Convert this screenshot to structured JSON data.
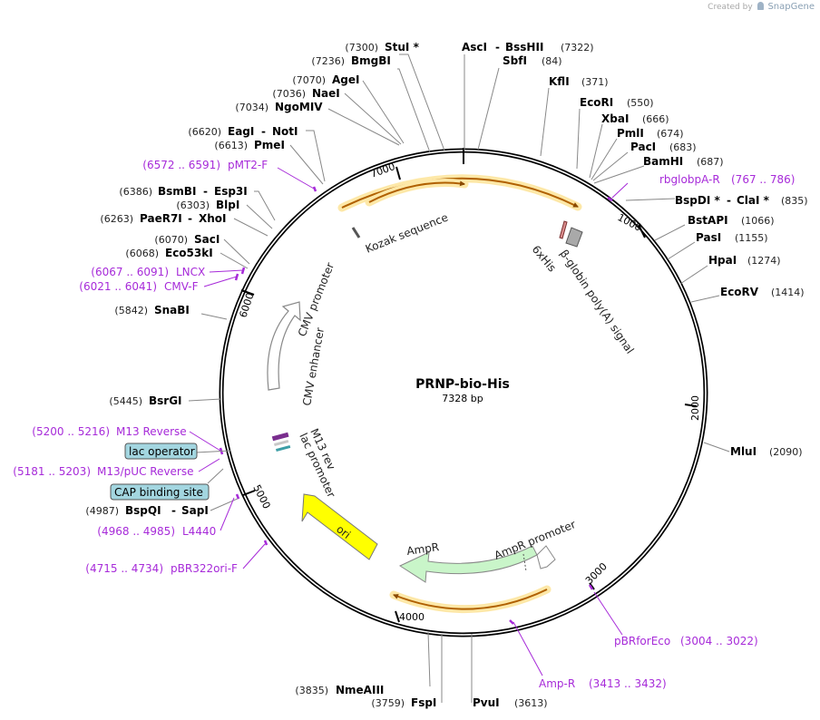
{
  "credit": {
    "created_by": "Created by",
    "brand": "SnapGene"
  },
  "plasmid": {
    "name": "PRNP-bio-His",
    "length_label": "7328 bp",
    "length": 7328
  },
  "colors": {
    "backbone": "#000000",
    "primer": "#a72bd9",
    "feature_fill": "#c9f5c9",
    "ori": "#ffff00",
    "orf_arrow": "#e07b00",
    "orf_glow": "#fde8a8",
    "misc_box": "#a3d6e0"
  },
  "tick_labels": [
    "1000",
    "2000",
    "3000",
    "4000",
    "5000",
    "6000",
    "7000"
  ],
  "enzymes": [
    {
      "name": "StuI *",
      "pos": "(7300)"
    },
    {
      "name": "BmgBI",
      "pos": "(7236)"
    },
    {
      "name": "AgeI",
      "pos": "(7070)"
    },
    {
      "name": "NaeI",
      "pos": "(7036)"
    },
    {
      "name": "NgoMIV",
      "pos": "(7034)"
    },
    {
      "name": "EagI",
      "name2": "NotI",
      "pos": "(6620)"
    },
    {
      "name": "PmeI",
      "pos": "(6613)"
    },
    {
      "name": "BsmBI",
      "name2": "Esp3I",
      "pos": "(6386)"
    },
    {
      "name": "BlpI",
      "pos": "(6303)"
    },
    {
      "name": "PaeR7I",
      "name2": "XhoI",
      "pos": "(6263)"
    },
    {
      "name": "SacI",
      "pos": "(6070)"
    },
    {
      "name": "Eco53kI",
      "pos": "(6068)"
    },
    {
      "name": "SnaBI",
      "pos": "(5842)"
    },
    {
      "name": "BsrGI",
      "pos": "(5445)"
    },
    {
      "name": "BspQI",
      "name2": "SapI",
      "pos": "(4987)"
    },
    {
      "name": "NmeAIII",
      "pos": "(3835)"
    },
    {
      "name": "FspI",
      "pos": "(3759)"
    },
    {
      "name": "PvuI",
      "pos": "(3613)"
    },
    {
      "name": "AscI",
      "name2": "BssHII",
      "pos": "(7322)"
    },
    {
      "name": "SbfI",
      "pos": "(84)"
    },
    {
      "name": "KflI",
      "pos": "(371)"
    },
    {
      "name": "EcoRI",
      "pos": "(550)"
    },
    {
      "name": "XbaI",
      "pos": "(666)"
    },
    {
      "name": "PmlI",
      "pos": "(674)"
    },
    {
      "name": "PacI",
      "pos": "(683)"
    },
    {
      "name": "BamHI",
      "pos": "(687)"
    },
    {
      "name": "BspDI *",
      "name2": "ClaI *",
      "pos": "(835)"
    },
    {
      "name": "BstAPI",
      "pos": "(1066)"
    },
    {
      "name": "PasI",
      "pos": "(1155)"
    },
    {
      "name": "HpaI",
      "pos": "(1274)"
    },
    {
      "name": "EcoRV",
      "pos": "(1414)"
    },
    {
      "name": "MluI",
      "pos": "(2090)"
    }
  ],
  "primers": [
    {
      "name": "pMT2-F",
      "pos": "(6572 .. 6591)"
    },
    {
      "name": "LNCX",
      "pos": "(6067 .. 6091)"
    },
    {
      "name": "CMV-F",
      "pos": "(6021 .. 6041)"
    },
    {
      "name": "M13 Reverse",
      "pos": "(5200 .. 5216)"
    },
    {
      "name": "M13/pUC Reverse",
      "pos": "(5181 .. 5203)"
    },
    {
      "name": "L4440",
      "pos": "(4968 .. 4985)"
    },
    {
      "name": "pBR322ori-F",
      "pos": "(4715 .. 4734)"
    },
    {
      "name": "rbglobpA-R",
      "pos": "(767 .. 786)"
    },
    {
      "name": "pBRforEco",
      "pos": "(3004 .. 3022)"
    },
    {
      "name": "Amp-R",
      "pos": "(3413 .. 3432)"
    }
  ],
  "boxed_features": [
    "lac operator",
    "CAP binding site"
  ],
  "features": {
    "kozak": "Kozak sequence",
    "his": "6xHis",
    "globin": "β-globin poly(A) signal",
    "cmv_promoter": "CMV promoter",
    "cmv_enhancer": "CMV enhancer",
    "m13_rev": "M13 rev",
    "lac_promoter": "lac promoter",
    "ori": "ori",
    "ampr": "AmpR",
    "ampr_promoter": "AmpR promoter"
  }
}
